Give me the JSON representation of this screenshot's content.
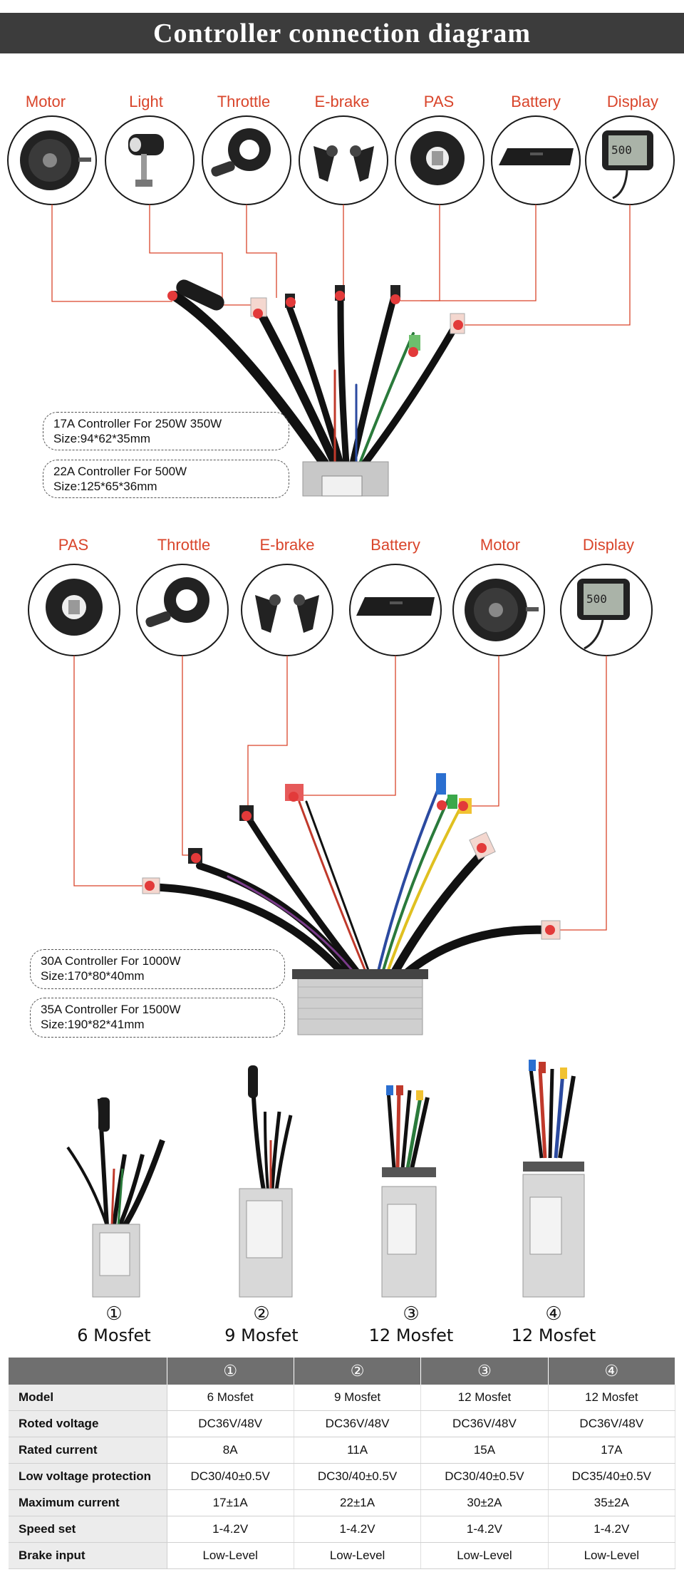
{
  "header": {
    "title": "Controller connection diagram"
  },
  "diagram1": {
    "components": [
      {
        "label": "Motor",
        "icon": "hub-motor-icon"
      },
      {
        "label": "Light",
        "icon": "headlight-icon"
      },
      {
        "label": "Throttle",
        "icon": "thumb-throttle-icon"
      },
      {
        "label": "E-brake",
        "icon": "brake-lever-icon"
      },
      {
        "label": "PAS",
        "icon": "pas-sensor-icon"
      },
      {
        "label": "Battery",
        "icon": "battery-icon"
      },
      {
        "label": "Display",
        "icon": "lcd-display-icon"
      }
    ],
    "specs": [
      {
        "line1": "17A Controller For 250W 350W",
        "line2": "Size:94*62*35mm"
      },
      {
        "line1": "22A Controller For 500W",
        "line2": "Size:125*65*36mm"
      }
    ]
  },
  "diagram2": {
    "components": [
      {
        "label": "PAS",
        "icon": "pas-sensor-icon"
      },
      {
        "label": "Throttle",
        "icon": "thumb-throttle-icon"
      },
      {
        "label": "E-brake",
        "icon": "brake-lever-icon"
      },
      {
        "label": "Battery",
        "icon": "battery-icon"
      },
      {
        "label": "Motor",
        "icon": "hub-motor-icon"
      },
      {
        "label": "Display",
        "icon": "lcd-display-icon"
      }
    ],
    "specs": [
      {
        "line1": "30A Controller For 1000W",
        "line2": "Size:170*80*40mm"
      },
      {
        "line1": "35A Controller For 1500W",
        "line2": "Size:190*82*41mm"
      }
    ]
  },
  "products": [
    {
      "num": "①",
      "name": "6 Mosfet"
    },
    {
      "num": "②",
      "name": "9 Mosfet"
    },
    {
      "num": "③",
      "name": "12 Mosfet"
    },
    {
      "num": "④",
      "name": "12 Mosfet"
    }
  ],
  "table": {
    "headers": [
      "",
      "①",
      "②",
      "③",
      "④"
    ],
    "rows": [
      {
        "label": "Model",
        "values": [
          "6 Mosfet",
          "9 Mosfet",
          "12 Mosfet",
          "12 Mosfet"
        ]
      },
      {
        "label": "Roted voltage",
        "values": [
          "DC36V/48V",
          "DC36V/48V",
          "DC36V/48V",
          "DC36V/48V"
        ]
      },
      {
        "label": "Rated current",
        "values": [
          "8A",
          "11A",
          "15A",
          "17A"
        ]
      },
      {
        "label": "Low voltage protection",
        "values": [
          "DC30/40±0.5V",
          "DC30/40±0.5V",
          "DC30/40±0.5V",
          "DC35/40±0.5V"
        ]
      },
      {
        "label": "Maximum current",
        "values": [
          "17±1A",
          "22±1A",
          "30±2A",
          "35±2A"
        ]
      },
      {
        "label": "Speed set",
        "values": [
          "1-4.2V",
          "1-4.2V",
          "1-4.2V",
          "1-4.2V"
        ]
      },
      {
        "label": "Brake input",
        "values": [
          "Low-Level",
          "Low-Level",
          "Low-Level",
          "Low-Level"
        ]
      }
    ]
  },
  "colors": {
    "accent": "#d9452b",
    "header_bg": "#3c3c3c",
    "table_header_bg": "#6f6f6f",
    "connector": "#e23a3a"
  }
}
